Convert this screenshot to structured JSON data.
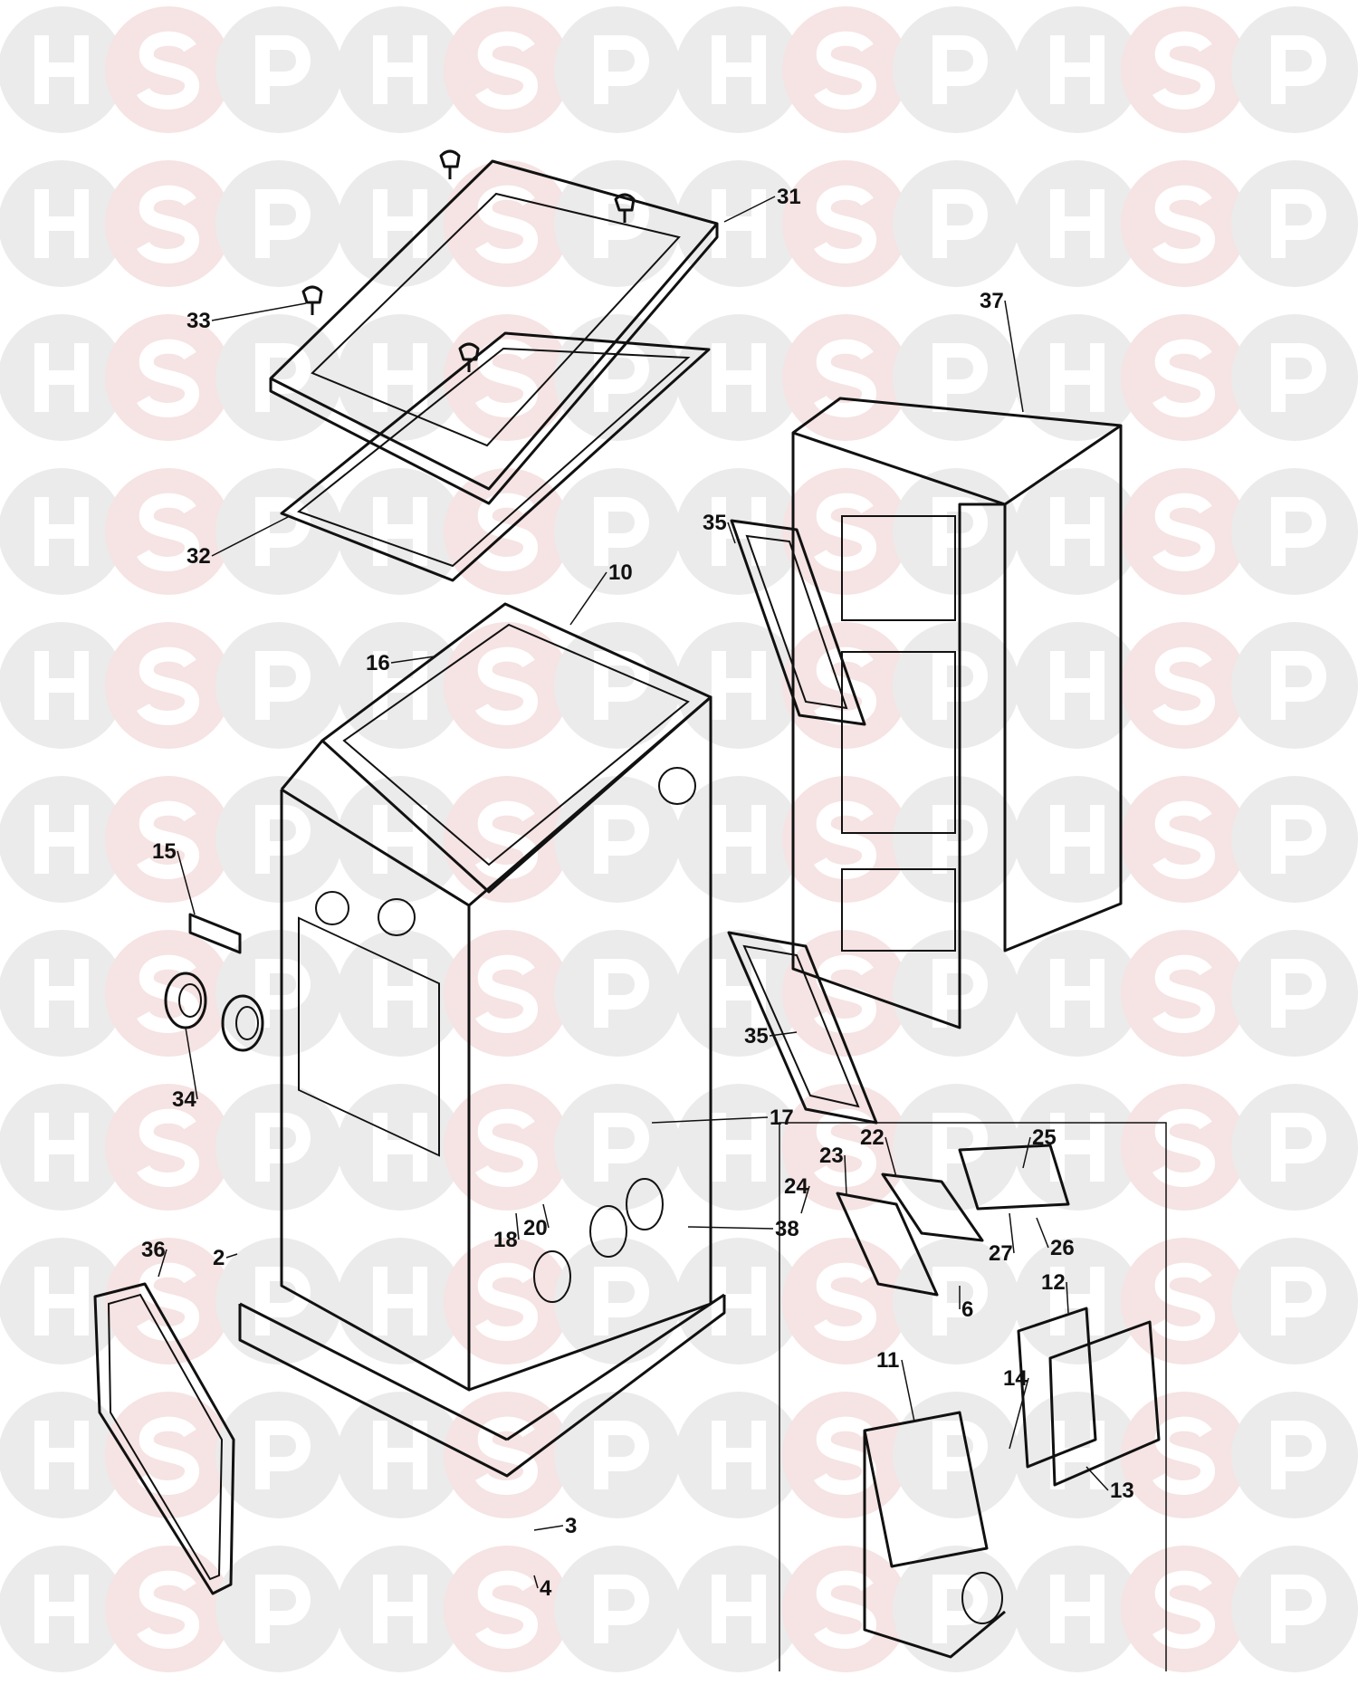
{
  "watermark": {
    "letters": [
      "H",
      "S",
      "P"
    ],
    "colors": {
      "H": "#ebebeb",
      "S": "#f6e3e3",
      "P": "#ebebeb"
    }
  },
  "callouts": [
    {
      "label": "31"
    },
    {
      "label": "33"
    },
    {
      "label": "37"
    },
    {
      "label": "32"
    },
    {
      "label": "35"
    },
    {
      "label": "10"
    },
    {
      "label": "16"
    },
    {
      "label": "15"
    },
    {
      "label": "34"
    },
    {
      "label": "35"
    },
    {
      "label": "17"
    },
    {
      "label": "22"
    },
    {
      "label": "25"
    },
    {
      "label": "23"
    },
    {
      "label": "24"
    },
    {
      "label": "18"
    },
    {
      "label": "20"
    },
    {
      "label": "38"
    },
    {
      "label": "27"
    },
    {
      "label": "26"
    },
    {
      "label": "36"
    },
    {
      "label": "2"
    },
    {
      "label": "6"
    },
    {
      "label": "12"
    },
    {
      "label": "11"
    },
    {
      "label": "14"
    },
    {
      "label": "13"
    },
    {
      "label": "3"
    },
    {
      "label": "4"
    }
  ]
}
